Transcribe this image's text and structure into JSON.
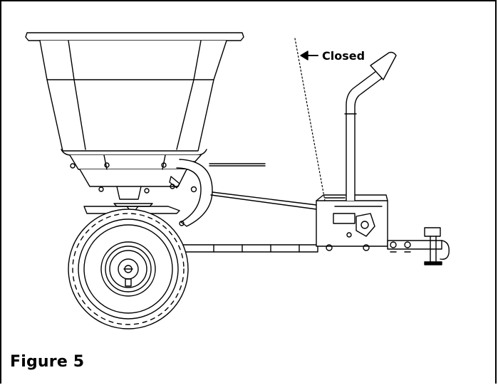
{
  "figure": {
    "caption": "Figure 5",
    "callout_label": "Closed"
  },
  "icons": [
    "spreader-drawing",
    "closed-arrow-icon"
  ]
}
